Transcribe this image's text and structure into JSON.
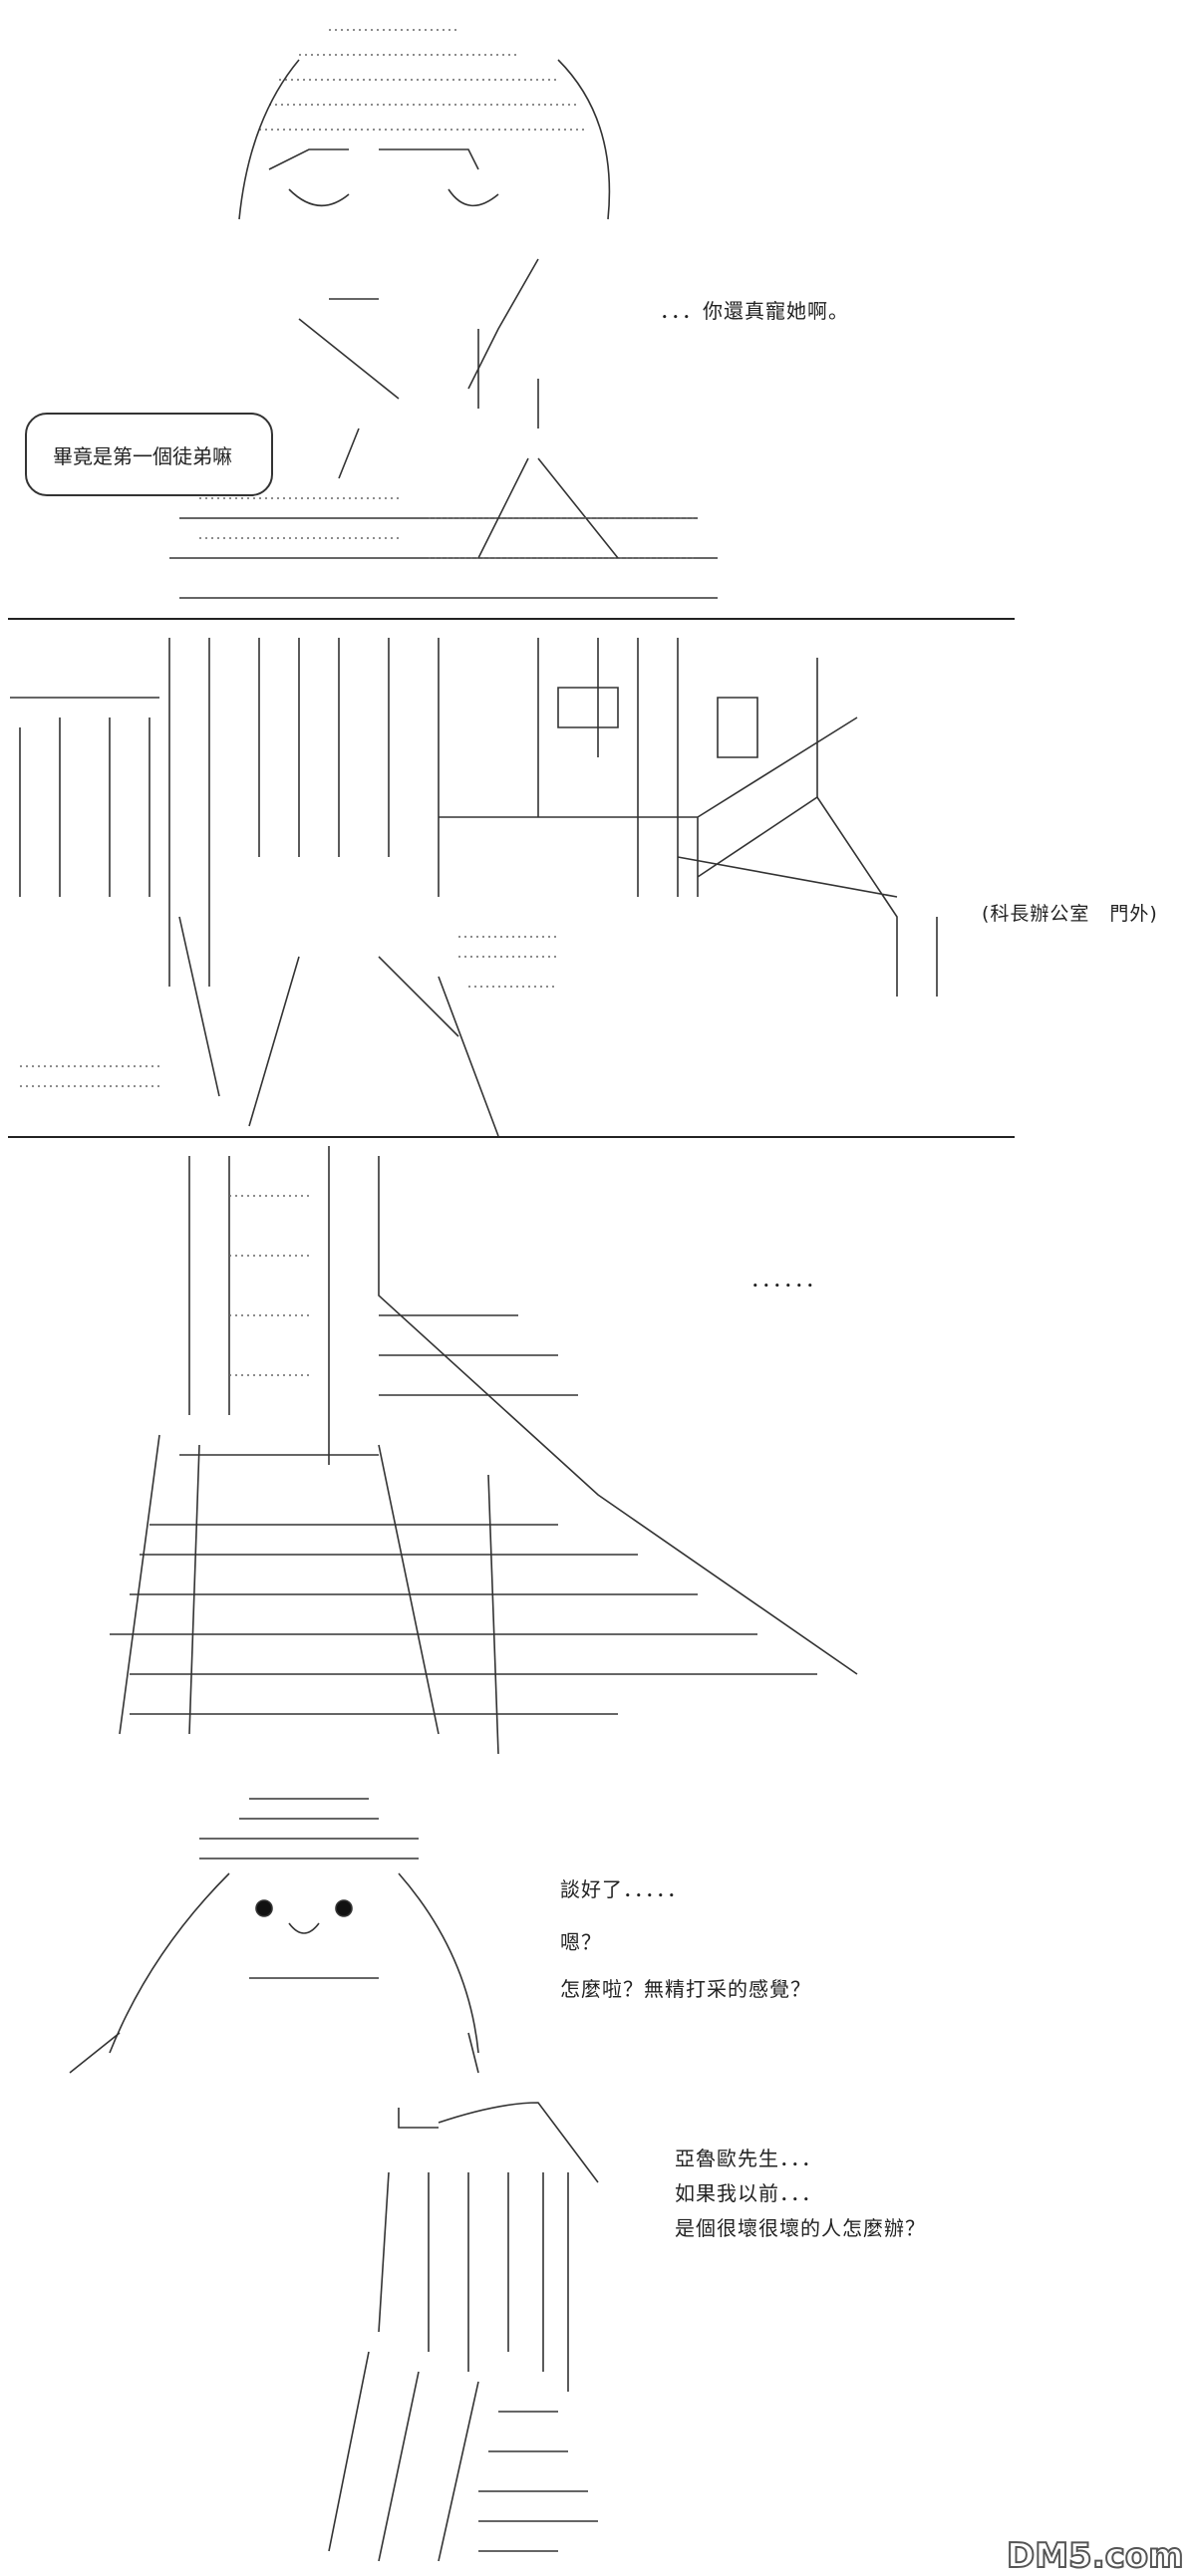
{
  "panel1": {
    "line_right": "．．．你還真寵她啊。",
    "bubble_text": "畢竟是第一個徒弟嘛"
  },
  "panel2": {
    "location_caption": "(科長辦公室　門外)",
    "ellipsis": "．．．．．．"
  },
  "panel3": {
    "lines": [
      "談好了．．．．．",
      "嗯？",
      "怎麼啦？無精打采的感覺？"
    ]
  },
  "panel4": {
    "lines": [
      "亞魯歐先生．．．",
      "如果我以前．．．",
      "是個很壞很壞的人怎麼辦？"
    ]
  },
  "watermark": "DM5.com"
}
